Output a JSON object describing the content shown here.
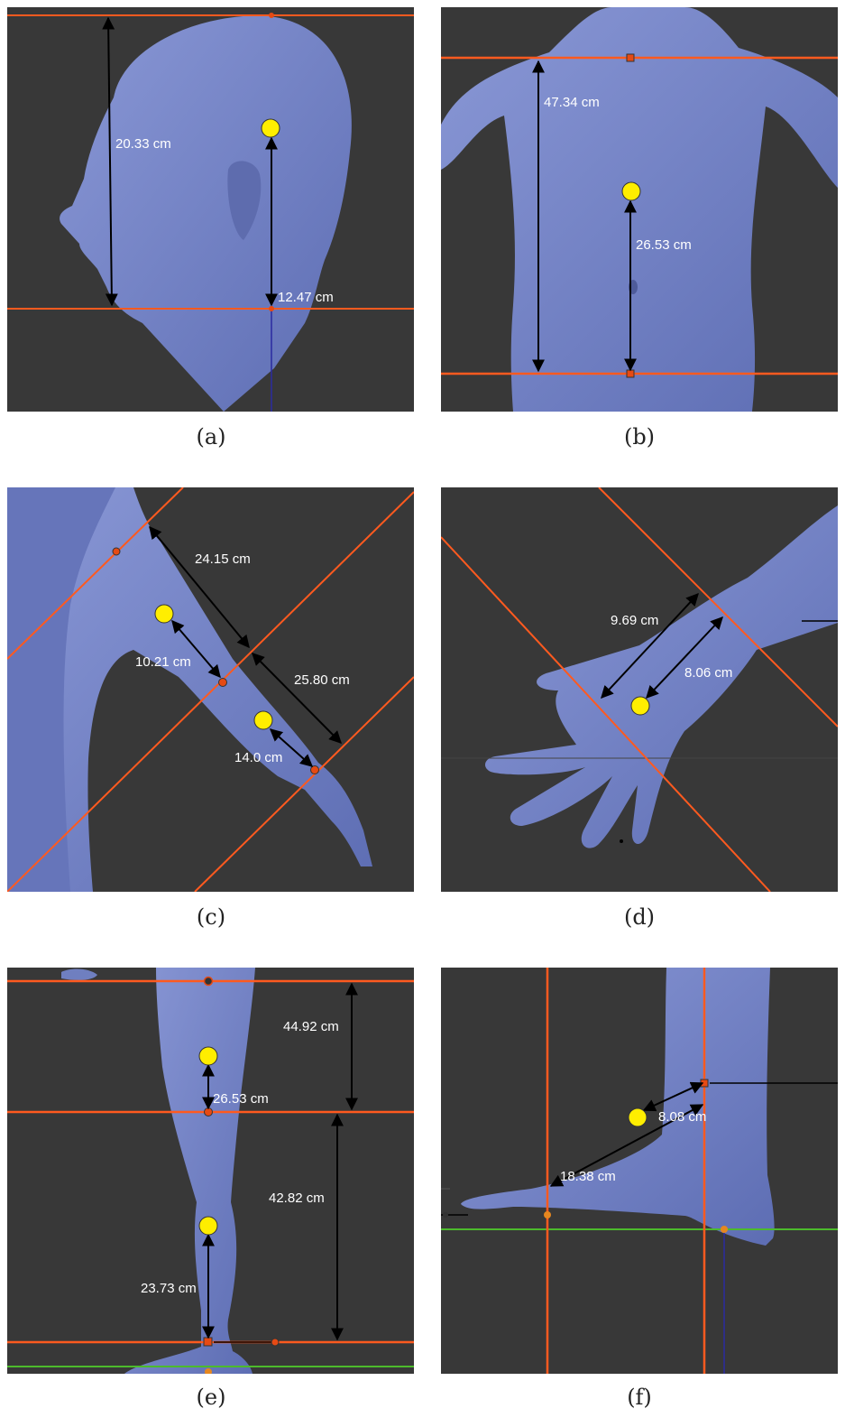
{
  "panels": {
    "a": {
      "caption": "(a)",
      "labels": [
        "20.33 cm",
        "12.47 cm"
      ]
    },
    "b": {
      "caption": "(b)",
      "labels": [
        "47.34 cm",
        "26.53 cm"
      ]
    },
    "c": {
      "caption": "(c)",
      "labels": [
        "24.15 cm",
        "10.21 cm",
        "25.80 cm",
        "14.0 cm"
      ]
    },
    "d": {
      "caption": "(d)",
      "labels": [
        "9.69 cm",
        "8.06 cm"
      ]
    },
    "e": {
      "caption": "(e)",
      "labels": [
        "44.92 cm",
        "26.53 cm",
        "42.82 cm",
        "23.73 cm"
      ]
    },
    "f": {
      "caption": "(f)",
      "labels": [
        "18.38 cm",
        "8.08 cm"
      ]
    }
  },
  "colors": {
    "background": "#383838",
    "body": "#6f7fc0",
    "reference_line": "#ff5a1f",
    "center_of_mass": "#ffee00",
    "ground_line": "#4cbb2c",
    "axis_line": "#2a2aa0"
  }
}
